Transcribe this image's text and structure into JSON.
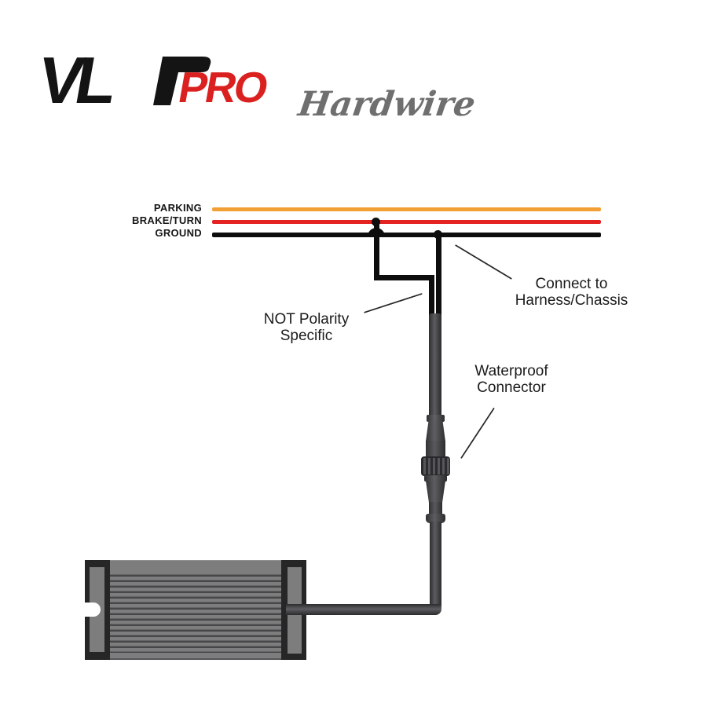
{
  "logo": {
    "brand_black": "VL",
    "brand_red": "PRO",
    "tagline": "Hardwire"
  },
  "wires": [
    {
      "label": "PARKING",
      "color": "#F2A035"
    },
    {
      "label": "BRAKE/TURN",
      "color": "#E42222"
    },
    {
      "label": "GROUND",
      "color": "#0D0D0D"
    }
  ],
  "annotations": {
    "connect": {
      "line1": "Connect to",
      "line2": "Harness/Chassis"
    },
    "polarity": {
      "line1": "NOT Polarity",
      "line2": "Specific"
    },
    "waterproof": {
      "line1": "Waterproof",
      "line2": "Connector"
    }
  },
  "colors": {
    "logo_black": "#141414",
    "logo_red": "#DA2120",
    "tagline_gray": "#6F6F6F",
    "connector_gray": "#4A4A4D",
    "resistor_body_gray": "#7D7D7D",
    "resistor_frame_dark": "#262626",
    "background": "#FFFFFF"
  }
}
